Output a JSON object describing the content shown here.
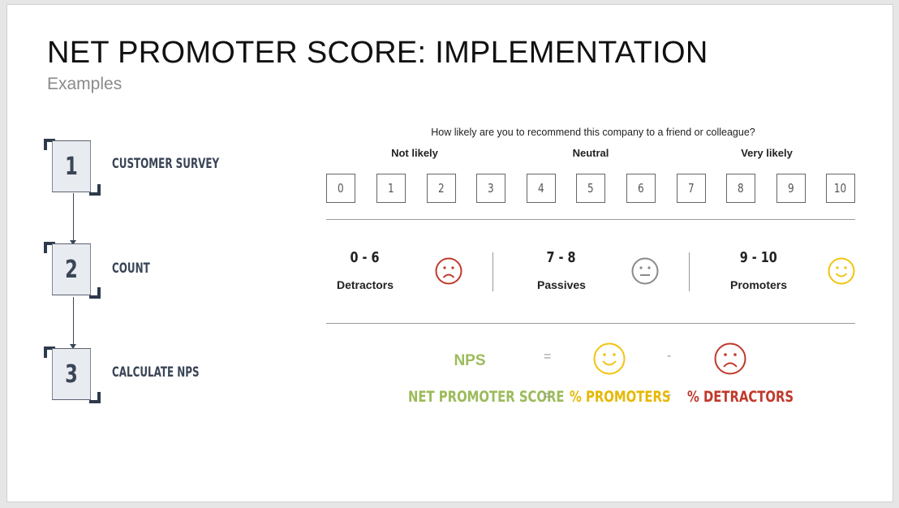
{
  "slide": {
    "title": "NET PROMOTER SCORE: IMPLEMENTATION",
    "subtitle": "Examples"
  },
  "steps": [
    {
      "number": "1",
      "label": "CUSTOMER SURVEY"
    },
    {
      "number": "2",
      "label": "COUNT"
    },
    {
      "number": "3",
      "label": "CALCULATE NPS"
    }
  ],
  "survey": {
    "question": "How likely are you to recommend this company to a friend or colleague?",
    "anchors": {
      "low": "Not likely",
      "mid": "Neutral",
      "high": "Very likely"
    },
    "scores": [
      "0",
      "1",
      "2",
      "3",
      "4",
      "5",
      "6",
      "7",
      "8",
      "9",
      "10"
    ]
  },
  "categories": [
    {
      "range": "0 - 6",
      "name": "Detractors",
      "icon": "frown-icon",
      "color": "#c0392b"
    },
    {
      "range": "7 - 8",
      "name": "Passives",
      "icon": "neutral-face-icon",
      "color": "#8a8a8a"
    },
    {
      "range": "9 - 10",
      "name": "Promoters",
      "icon": "smile-icon",
      "color": "#f1c40f"
    }
  ],
  "formula": {
    "short": "NPS",
    "long": "NET PROMOTER SCORE",
    "equals": "=",
    "minus": "-",
    "promoters": "% PROMOTERS",
    "detractors": "% DETRACTORS"
  },
  "colors": {
    "green": "#9bbb59",
    "yellow": "#f1c40f",
    "red": "#c0392b",
    "dark": "#3a4556"
  }
}
